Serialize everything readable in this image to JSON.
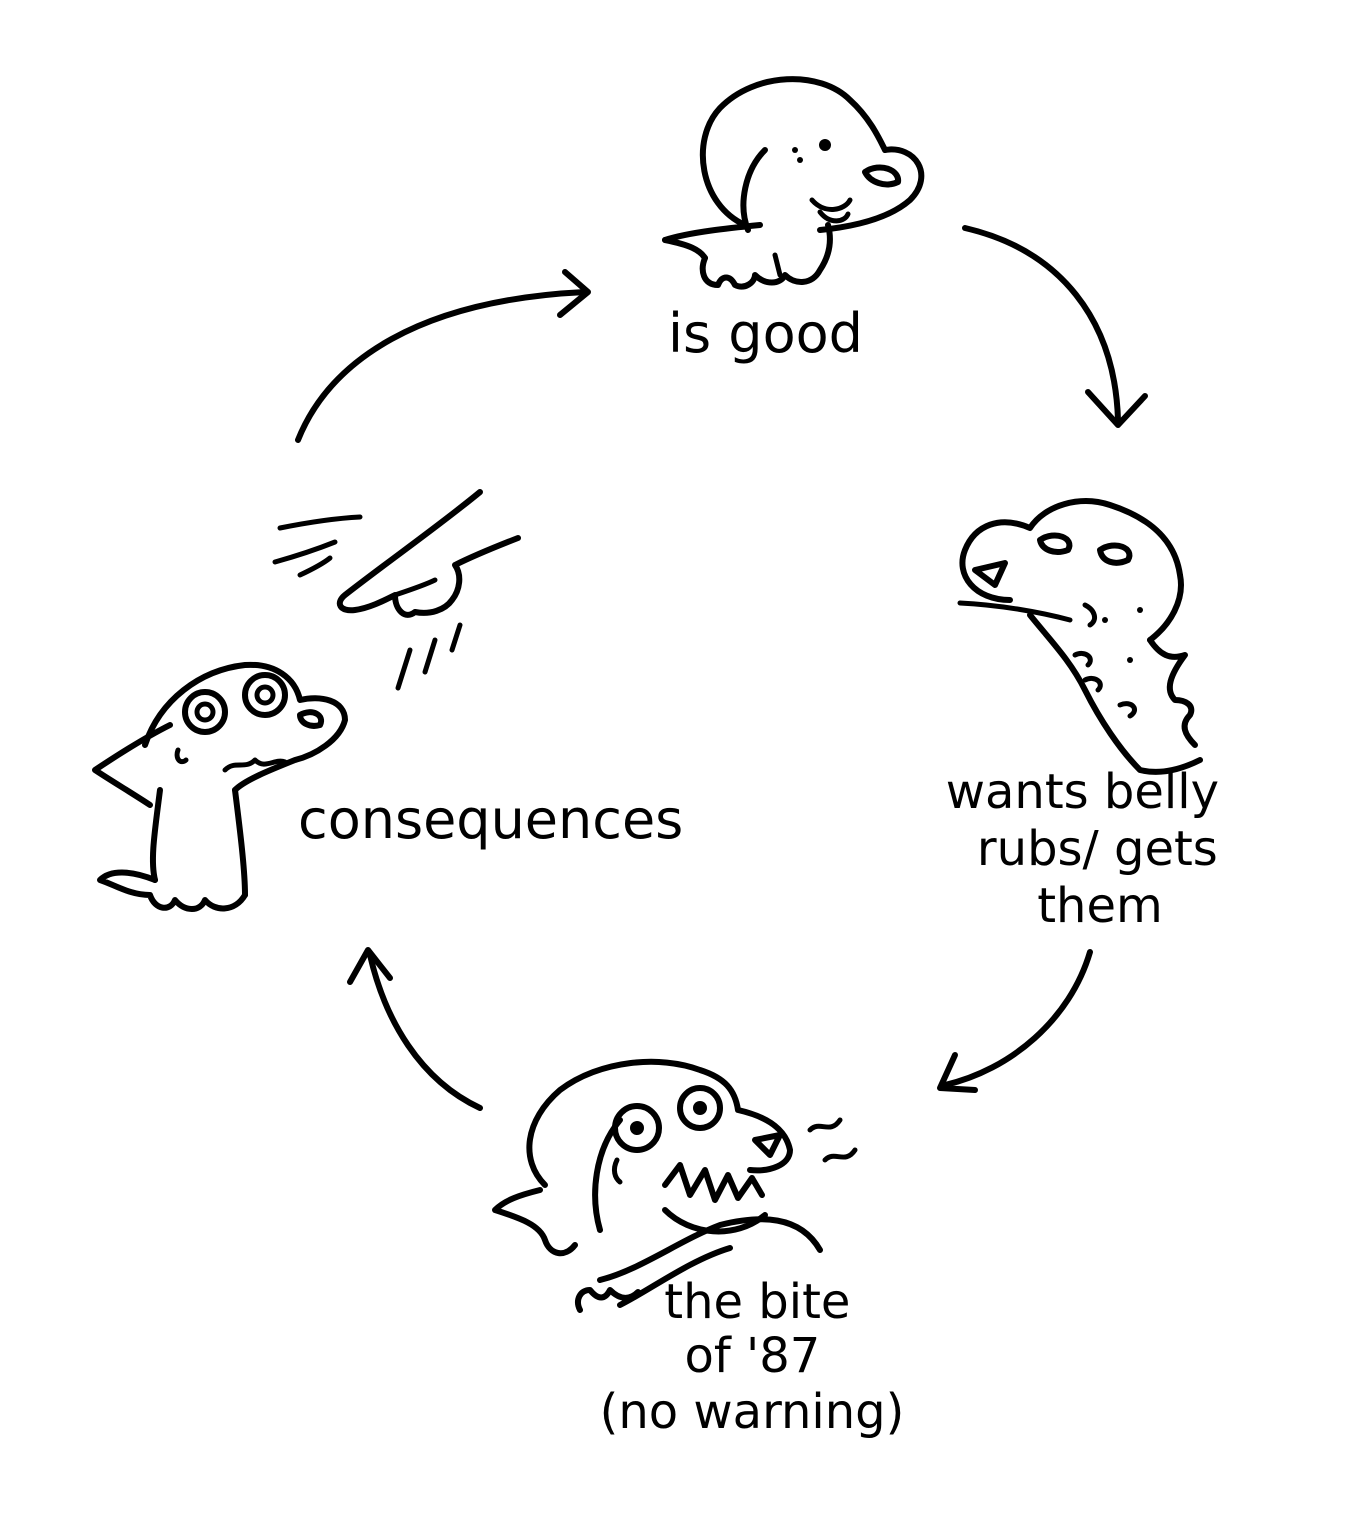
{
  "diagram": {
    "nodes": [
      {
        "id": "is-good",
        "lines": [
          "is good"
        ]
      },
      {
        "id": "belly-rubs",
        "lines": [
          "wants belly",
          "rubs/ gets",
          "them"
        ]
      },
      {
        "id": "bite",
        "lines": [
          "the bite",
          "of '87",
          "(no warning)"
        ]
      },
      {
        "id": "consequences",
        "lines": [
          "consequences"
        ]
      }
    ],
    "cycle_order": [
      "is-good",
      "belly-rubs",
      "bite",
      "consequences"
    ]
  },
  "colors": {
    "ink": "#000000",
    "background": "#ffffff"
  }
}
